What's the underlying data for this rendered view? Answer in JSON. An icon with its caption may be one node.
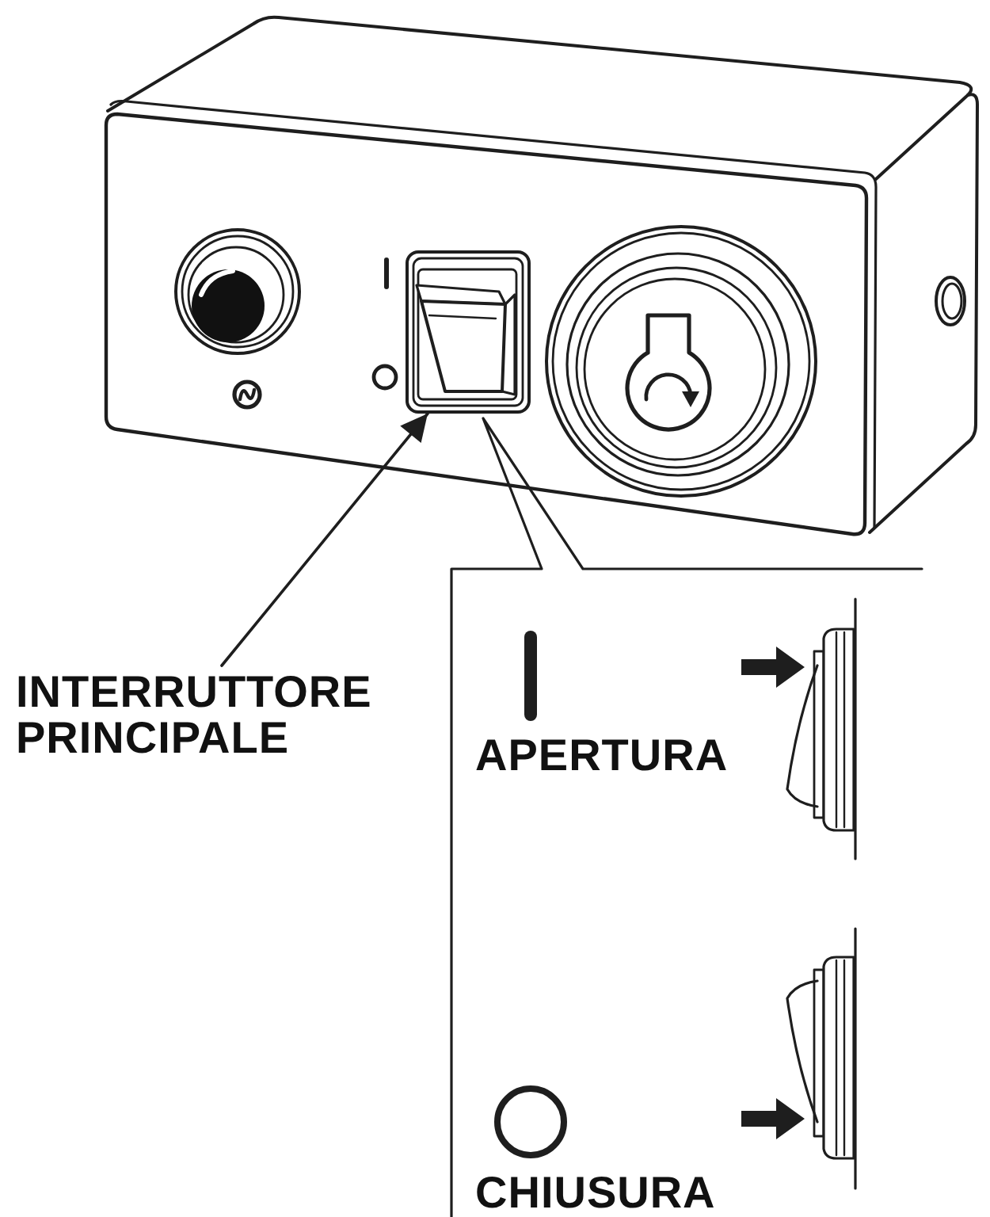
{
  "diagram": {
    "nodes": [
      {
        "text": [
          "INTERRUTTORE PRINCIPALE"
        ]
      },
      {
        "text": [],
        "shape": "picture"
      }
    ],
    "edges": [
      {
        "from": 0,
        "to": 1,
        "arrow": "to"
      }
    ],
    "labels": [
      "APERTURA",
      "CHIUSURA"
    ]
  }
}
